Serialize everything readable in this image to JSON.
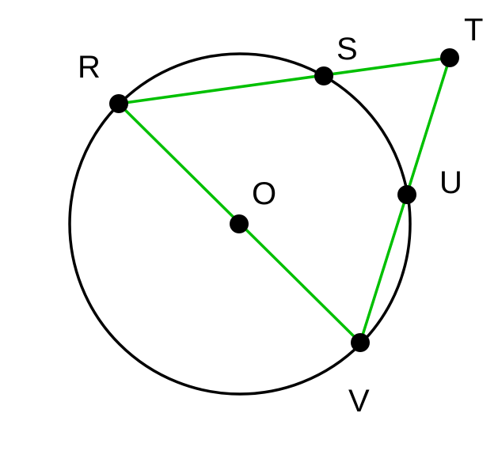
{
  "diagram": {
    "circle_color": "#000000",
    "segment_color": "#00c000",
    "point_color": "#000000",
    "labels": {
      "R": "R",
      "S": "S",
      "T": "T",
      "U": "U",
      "O": "O",
      "V": "V"
    },
    "segments": [
      [
        "R",
        "T"
      ],
      [
        "T",
        "V"
      ],
      [
        "R",
        "V"
      ]
    ]
  }
}
